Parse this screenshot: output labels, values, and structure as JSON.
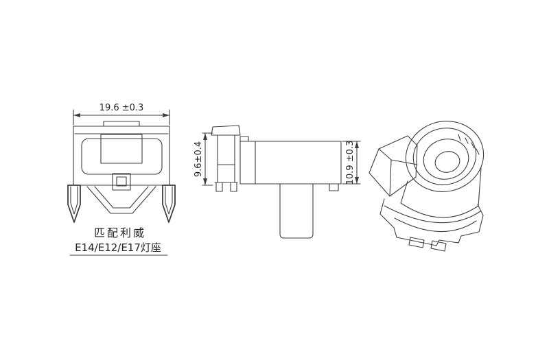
{
  "colors": {
    "line": "#3d3d3d",
    "text": "#222222",
    "background": "#ffffff"
  },
  "front_view": {
    "width_dimension": "19.6 ±0.3",
    "note_line1": "匹配利威",
    "note_line2": "E14/E12/E17灯座"
  },
  "side_view": {
    "left_dimension": "9.6±0.4",
    "right_dimension": "10.9 ±0.3"
  }
}
